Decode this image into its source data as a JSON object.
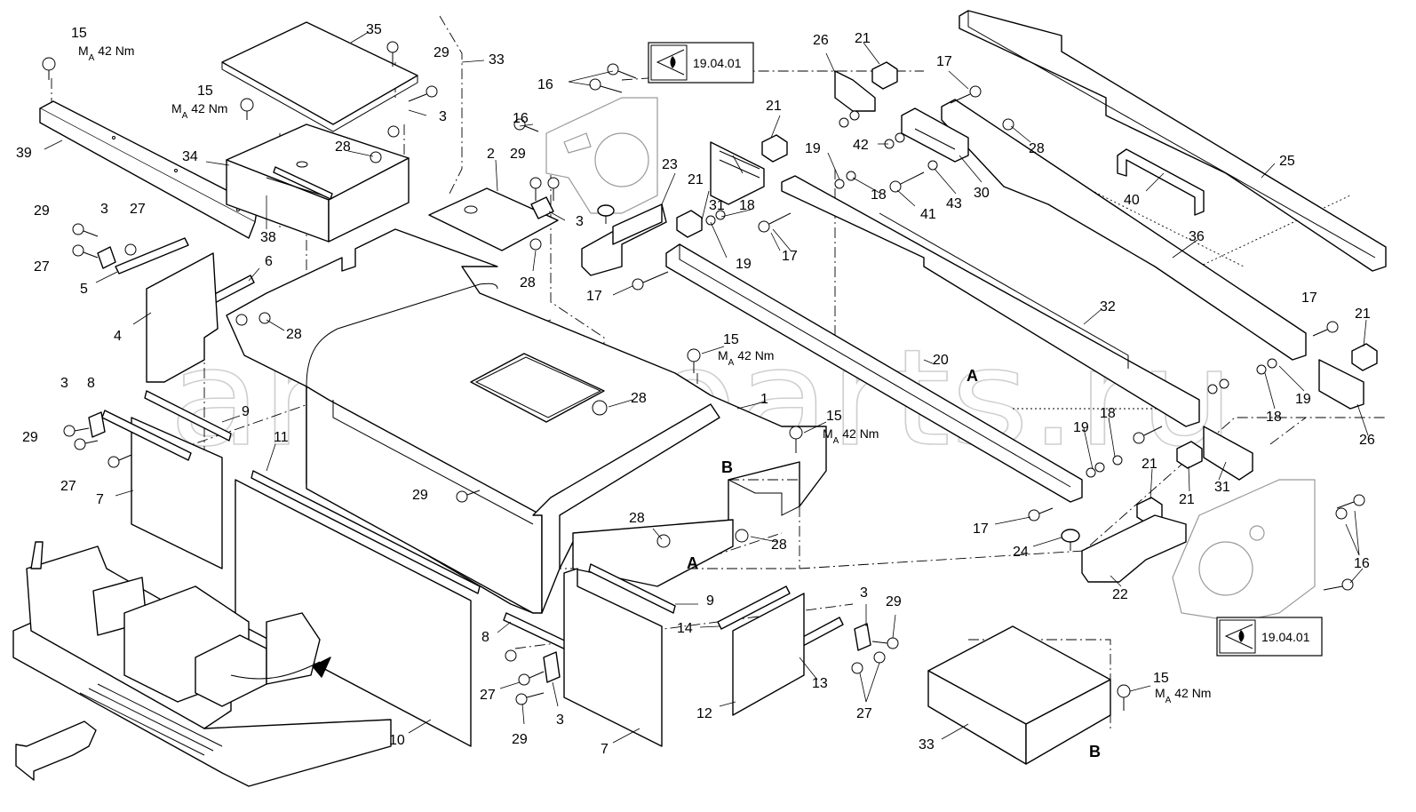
{
  "watermark": "ansat-parts.ru",
  "torque": "M",
  "torque_sub": "A",
  "torque_value": " 42 Nm",
  "ref_code": "19.04.01",
  "section_a": "A",
  "section_b": "B",
  "callouts": [
    {
      "id": "c15a",
      "text": "15"
    },
    {
      "id": "c35",
      "text": "35"
    },
    {
      "id": "c29a",
      "text": "29"
    },
    {
      "id": "c33a",
      "text": "33"
    },
    {
      "id": "c15b",
      "text": "15"
    },
    {
      "id": "c3a",
      "text": "3"
    },
    {
      "id": "c39",
      "text": "39"
    },
    {
      "id": "c34",
      "text": "34"
    },
    {
      "id": "c28a",
      "text": "28"
    },
    {
      "id": "c38",
      "text": "38"
    },
    {
      "id": "c29b",
      "text": "29"
    },
    {
      "id": "c3b",
      "text": "3"
    },
    {
      "id": "c27a",
      "text": "27"
    },
    {
      "id": "c27b",
      "text": "27"
    },
    {
      "id": "c5",
      "text": "5"
    },
    {
      "id": "c6",
      "text": "6"
    },
    {
      "id": "c4",
      "text": "4"
    },
    {
      "id": "c28b",
      "text": "28"
    },
    {
      "id": "c3c",
      "text": "3"
    },
    {
      "id": "c8a",
      "text": "8"
    },
    {
      "id": "c29c",
      "text": "29"
    },
    {
      "id": "c9a",
      "text": "9"
    },
    {
      "id": "c27c",
      "text": "27"
    },
    {
      "id": "c11",
      "text": "11"
    },
    {
      "id": "c7a",
      "text": "7"
    },
    {
      "id": "c16a",
      "text": "16"
    },
    {
      "id": "c2",
      "text": "2"
    },
    {
      "id": "c29d",
      "text": "29"
    },
    {
      "id": "c3d",
      "text": "3"
    },
    {
      "id": "c28c",
      "text": "28"
    },
    {
      "id": "c16b",
      "text": "16"
    },
    {
      "id": "c23",
      "text": "23"
    },
    {
      "id": "c17a",
      "text": "17"
    },
    {
      "id": "c26a",
      "text": "26"
    },
    {
      "id": "c21a",
      "text": "21"
    },
    {
      "id": "c21b",
      "text": "21"
    },
    {
      "id": "c31a",
      "text": "31"
    },
    {
      "id": "c21c",
      "text": "21"
    },
    {
      "id": "c18a",
      "text": "18"
    },
    {
      "id": "c19a",
      "text": "19"
    },
    {
      "id": "c19b",
      "text": "19"
    },
    {
      "id": "c18b",
      "text": "18"
    },
    {
      "id": "c17b",
      "text": "17"
    },
    {
      "id": "c17c",
      "text": "17"
    },
    {
      "id": "c42",
      "text": "42"
    },
    {
      "id": "c41",
      "text": "41"
    },
    {
      "id": "c43",
      "text": "43"
    },
    {
      "id": "c30",
      "text": "30"
    },
    {
      "id": "c28d",
      "text": "28"
    },
    {
      "id": "c40",
      "text": "40"
    },
    {
      "id": "c25",
      "text": "25"
    },
    {
      "id": "c36",
      "text": "36"
    },
    {
      "id": "c32",
      "text": "32"
    },
    {
      "id": "c20",
      "text": "20"
    },
    {
      "id": "c1",
      "text": "1"
    },
    {
      "id": "c15c",
      "text": "15"
    },
    {
      "id": "c28e",
      "text": "28"
    },
    {
      "id": "c15d",
      "text": "15"
    },
    {
      "id": "c17d",
      "text": "17"
    },
    {
      "id": "c21d",
      "text": "21"
    },
    {
      "id": "c18c",
      "text": "18"
    },
    {
      "id": "c19c",
      "text": "19"
    },
    {
      "id": "c26b",
      "text": "26"
    },
    {
      "id": "c18d",
      "text": "18"
    },
    {
      "id": "c19d",
      "text": "19"
    },
    {
      "id": "c21e",
      "text": "21"
    },
    {
      "id": "c21f",
      "text": "21"
    },
    {
      "id": "c31b",
      "text": "31"
    },
    {
      "id": "c17e",
      "text": "17"
    },
    {
      "id": "c24",
      "text": "24"
    },
    {
      "id": "c22",
      "text": "22"
    },
    {
      "id": "c16c",
      "text": "16"
    },
    {
      "id": "c29e",
      "text": "29"
    },
    {
      "id": "c28f",
      "text": "28"
    },
    {
      "id": "c28g",
      "text": "28"
    },
    {
      "id": "c9b",
      "text": "9"
    },
    {
      "id": "c8b",
      "text": "8"
    },
    {
      "id": "c27d",
      "text": "27"
    },
    {
      "id": "c29f",
      "text": "29"
    },
    {
      "id": "c3e",
      "text": "3"
    },
    {
      "id": "c10",
      "text": "10"
    },
    {
      "id": "c7b",
      "text": "7"
    },
    {
      "id": "c14",
      "text": "14"
    },
    {
      "id": "c12",
      "text": "12"
    },
    {
      "id": "c13",
      "text": "13"
    },
    {
      "id": "c3f",
      "text": "3"
    },
    {
      "id": "c29g",
      "text": "29"
    },
    {
      "id": "c27e",
      "text": "27"
    },
    {
      "id": "c33b",
      "text": "33"
    },
    {
      "id": "c15e",
      "text": "15"
    }
  ]
}
